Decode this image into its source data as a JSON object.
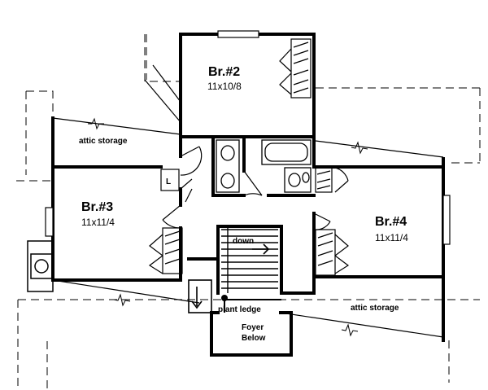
{
  "rooms": {
    "br2": {
      "name": "Br.#2",
      "size": "11x10/8"
    },
    "br3": {
      "name": "Br.#3",
      "size": "11x11/4"
    },
    "br4": {
      "name": "Br.#4",
      "size": "11x11/4"
    }
  },
  "labels": {
    "attic_left": "attic storage",
    "attic_right": "attic storage",
    "linen": "L",
    "stair": "down",
    "plant_ledge": "plant ledge",
    "foyer_line1": "Foyer",
    "foyer_line2": "Below"
  }
}
